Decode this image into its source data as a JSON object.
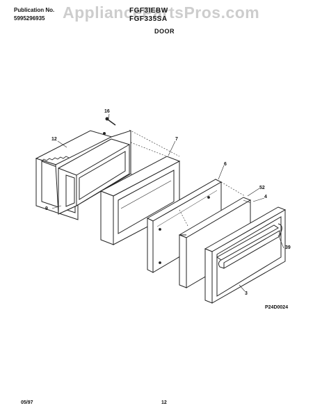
{
  "header": {
    "publication_label": "Publication No.",
    "publication_number": "5995296935",
    "model_line_1": "FGF3IEBW",
    "model_line_2": "FGF335SA",
    "section_title": "DOOR",
    "watermark": "AppliancePartsPros.com"
  },
  "diagram": {
    "code": "P24D0024",
    "callouts": [
      "16",
      "12",
      "7",
      "6",
      "9",
      "52",
      "4",
      "39",
      "3"
    ]
  },
  "footer": {
    "date": "05/97",
    "page_number": "12"
  }
}
